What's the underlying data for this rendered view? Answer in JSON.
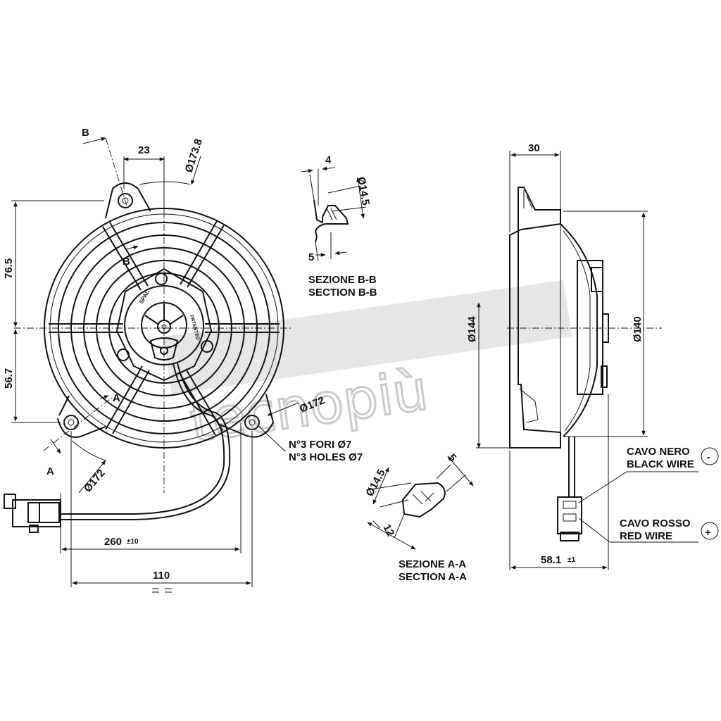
{
  "watermark": "tecnopiù",
  "front_view": {
    "dim_top_offset": "23",
    "dim_top_diameter": "Ø173.8",
    "dim_upper_height": "76.5",
    "dim_lower_height": "56.7",
    "dim_bolt_circle_right": "Ø172",
    "dim_bolt_circle_left": "Ø172",
    "dim_cable_length": "260",
    "dim_cable_tol": "±10",
    "dim_width": "110",
    "section_b": "B",
    "section_a": "A",
    "hub_brand": "SPAL",
    "hub_patented": "PATENTED",
    "holes_it": "N°3 FORI Ø7",
    "holes_en": "N°3 HOLES Ø7"
  },
  "section_bb": {
    "dim_top": "4",
    "dim_diameter": "Ø14.5",
    "dim_bottom": "5",
    "title_it": "SEZIONE B-B",
    "title_en": "SECTION B-B"
  },
  "section_aa": {
    "dim_diameter": "Ø14.5",
    "dim_right": "5",
    "dim_bottom": "12",
    "title_it": "SEZIONE A-A",
    "title_en": "SECTION A-A"
  },
  "side_view": {
    "dim_depth": "30",
    "dim_left_diameter": "Ø144",
    "dim_right_diameter": "Ø140",
    "dim_total_depth": "58.1",
    "dim_total_tol": "±1",
    "black_wire_it": "CAVO NERO",
    "black_wire_en": "BLACK WIRE",
    "black_symbol": "-",
    "red_wire_it": "CAVO ROSSO",
    "red_wire_en": "RED WIRE",
    "red_symbol": "+"
  }
}
